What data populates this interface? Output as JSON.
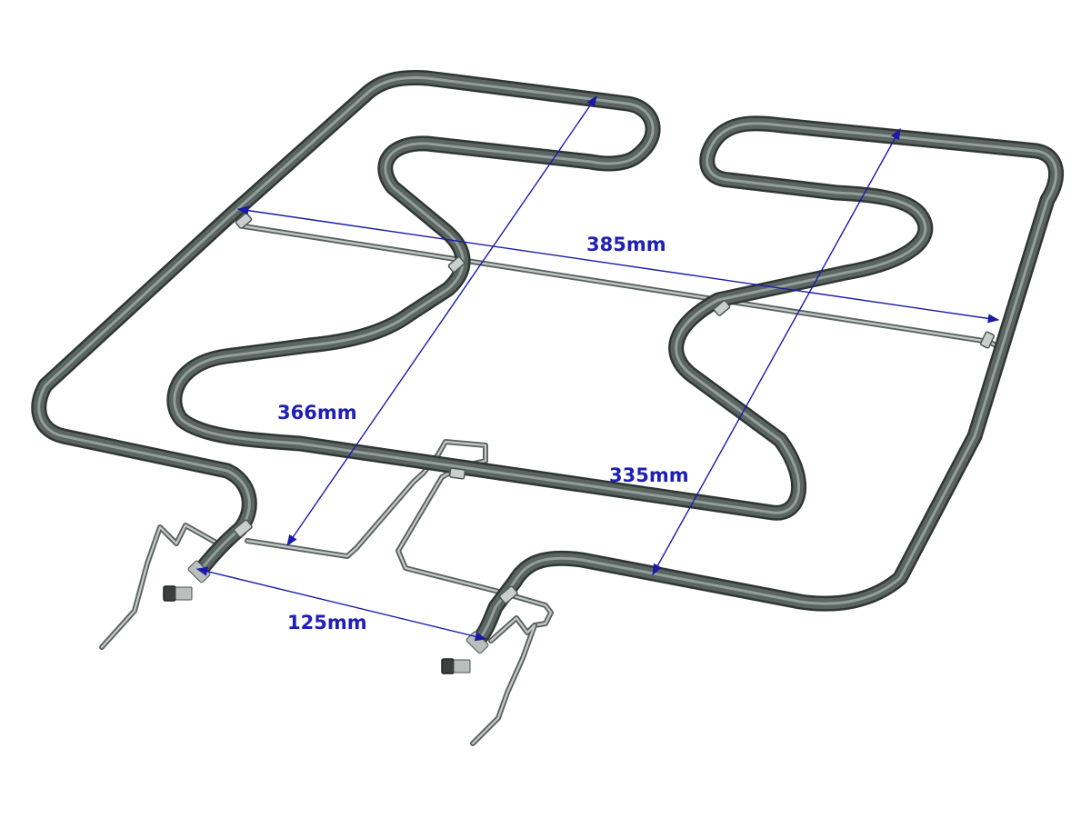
{
  "dimensions": {
    "width_label": "385mm",
    "diagonal_left_label": "366mm",
    "diagonal_right_label": "335mm",
    "terminal_spacing_label": "125mm"
  },
  "colors": {
    "dimension_lines": "#1a1aa6",
    "dimension_text": "#1f1fb3",
    "heating_tube": "#2f3634",
    "background": "#ffffff"
  }
}
